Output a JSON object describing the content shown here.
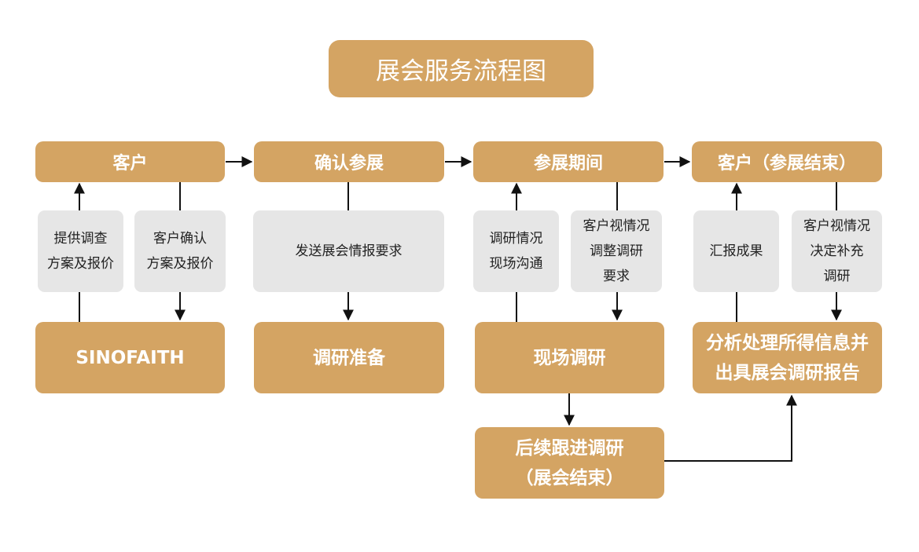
{
  "title": "展会服务流程图",
  "columns": {
    "c1": {
      "header": "客户",
      "note_left": [
        "提供调查",
        "方案及报价"
      ],
      "note_right": [
        "客户确认",
        "方案及报价"
      ],
      "bottom": "SINOFAITH"
    },
    "c2": {
      "header": "确认参展",
      "note": "发送展会情报要求",
      "bottom": "调研准备"
    },
    "c3": {
      "header": "参展期间",
      "note_left": [
        "调研情况",
        "现场沟通"
      ],
      "note_right": [
        "客户视情况",
        "调整调研",
        "要求"
      ],
      "bottom": "现场调研",
      "followup": [
        "后续跟进调研",
        "（展会结束）"
      ]
    },
    "c4": {
      "header": "客户（参展结束）",
      "note_left": "汇报成果",
      "note_right": [
        "客户视情况",
        "决定补充",
        "调研"
      ],
      "bottom": [
        "分析处理所得信息并",
        "出具展会调研报告"
      ]
    }
  },
  "colors": {
    "accent": "#d4a463",
    "note_bg": "#e6e6e6",
    "line": "#111111"
  }
}
